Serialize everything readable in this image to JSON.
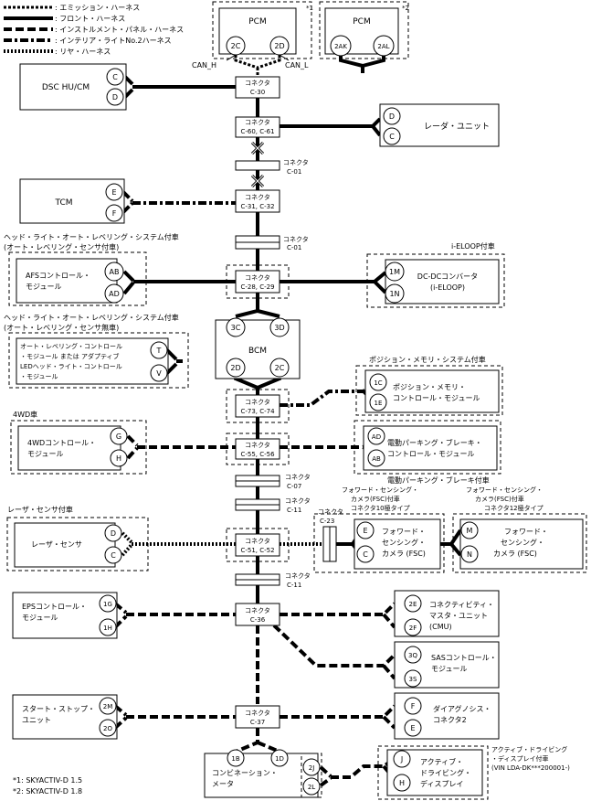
{
  "legend": [
    {
      "style": "emission",
      "label": ": エミッション・ハーネス"
    },
    {
      "style": "front",
      "label": ": フロント・ハーネス"
    },
    {
      "style": "instrument",
      "label": ": インストルメント・パネル・ハーネス"
    },
    {
      "style": "interior",
      "label": ": インテリア・ライトNo.2ハーネス"
    },
    {
      "style": "rear",
      "label": ": リヤ・ハーネス"
    }
  ],
  "connector_word": "コネクタ",
  "connectors": {
    "c30": "C-30",
    "c60": "C-60, C-61",
    "c01a": "C-01",
    "c31": "C-31, C-32",
    "c01b": "C-01",
    "c28": "C-28, C-29",
    "c73": "C-73, C-74",
    "c55": "C-55, C-56",
    "c07": "C-07",
    "c11a": "C-11",
    "c23": "C-23",
    "c51": "C-51, C-52",
    "c11b": "C-11",
    "c36": "C-36",
    "c37": "C-37"
  },
  "modules": {
    "pcm1": {
      "name": "PCM",
      "note": "*1",
      "pins": [
        "2C",
        "2D"
      ]
    },
    "pcm2": {
      "name": "PCM",
      "note": "*2",
      "pins": [
        "2AK",
        "2AL"
      ]
    },
    "can_h": "CAN_H",
    "can_l": "CAN_L",
    "dsc": {
      "name": "DSC HU/CM",
      "pins": [
        "C",
        "D"
      ]
    },
    "radar": {
      "name": "レーダ・ユニット",
      "pins": [
        "D",
        "C"
      ]
    },
    "tcm": {
      "name": "TCM",
      "pins": [
        "E",
        "F"
      ]
    },
    "afs_group": [
      "ヘッド・ライト・オート・レベリング・システム付車",
      "(オート・レベリング・センサ付車)"
    ],
    "afs": {
      "name": [
        "AFSコントロール・",
        "モジュール"
      ],
      "pins": [
        "AB",
        "AD"
      ]
    },
    "eloop_group": "i-ELOOP付車",
    "eloop": {
      "name": [
        "DC-DCコンバータ",
        "(i-ELOOP)"
      ],
      "pins": [
        "1M",
        "1N"
      ]
    },
    "lvl_group": [
      "ヘッド・ライト・オート・レベリング・システム付車",
      "(オート・レベリング・センサ無車)"
    ],
    "lvl": {
      "name": [
        "オート・レベリング・コントロール",
        "・モジュール または アダプティブ",
        "LEDヘッド・ライト・コントロール",
        "・モジュール"
      ],
      "pins": [
        "T",
        "V"
      ]
    },
    "bcm": {
      "name": "BCM",
      "pins": [
        "3C",
        "3D",
        "2D",
        "2C"
      ]
    },
    "pos_group": "ポジション・メモリ・システム付車",
    "pos": {
      "name": [
        "ポジション・メモリ・",
        "コントロール・モジュール"
      ],
      "pins": [
        "1C",
        "1E"
      ]
    },
    "wd_group": "4WD車",
    "wd": {
      "name": [
        "4WDコントロール・",
        "モジュール"
      ],
      "pins": [
        "G",
        "H"
      ]
    },
    "epb_group": "電動パーキング・ブレーキ付車",
    "epb": {
      "name": [
        "電動パーキング・ブレーキ・",
        "コントロール・モジュール"
      ],
      "pins": [
        "AD",
        "AB"
      ]
    },
    "laser_group": "レーザ・センサ付車",
    "laser": {
      "name": "レーザ・センサ",
      "pins": [
        "D",
        "C"
      ]
    },
    "fsc10_group": [
      "フォワード・センシング・",
      "カメラ(FSC)付車",
      "コネクタ10極タイプ"
    ],
    "fsc10": {
      "name": [
        "フォワード・",
        "センシング・",
        "カメラ (FSC)"
      ],
      "pins": [
        "E",
        "C"
      ]
    },
    "fsc12_group": [
      "フォワード・センシング・",
      "カメラ(FSC)付車",
      "コネクタ12極タイプ"
    ],
    "fsc12": {
      "name": [
        "フォワード・",
        "センシング・",
        "カメラ (FSC)"
      ],
      "pins": [
        "M",
        "N"
      ]
    },
    "eps": {
      "name": [
        "EPSコントロール・",
        "モジュール"
      ],
      "pins": [
        "1G",
        "1H"
      ]
    },
    "cmu": {
      "name": [
        "コネクティビティ・",
        "マスタ・ユニット",
        "(CMU)"
      ],
      "pins": [
        "2E",
        "2F"
      ]
    },
    "sas": {
      "name": [
        "SASコントロール・",
        "モジュール"
      ],
      "pins": [
        "3Q",
        "3S"
      ]
    },
    "ss": {
      "name": [
        "スタート・ストップ・",
        "ユニット"
      ],
      "pins": [
        "2M",
        "2O"
      ]
    },
    "diag": {
      "name": [
        "ダイアグノシス・",
        "コネクタ2"
      ],
      "pins": [
        "F",
        "E"
      ]
    },
    "meter": {
      "name": [
        "コンビネーション・",
        "メータ"
      ],
      "pins": [
        "1B",
        "1D",
        "2J",
        "2L"
      ]
    },
    "ads_group": [
      "アクティブ・ドライビング",
      "・ディスプレイ付車",
      "(VIN LDA-DK***200001-)"
    ],
    "ads": {
      "name": [
        "アクティブ・",
        "ドライビング・",
        "ディスプレイ"
      ],
      "pins": [
        "J",
        "H"
      ]
    }
  },
  "footnotes": [
    "*1: SKYACTIV-D 1.5",
    "*2: SKYACTIV-D 1.8"
  ]
}
